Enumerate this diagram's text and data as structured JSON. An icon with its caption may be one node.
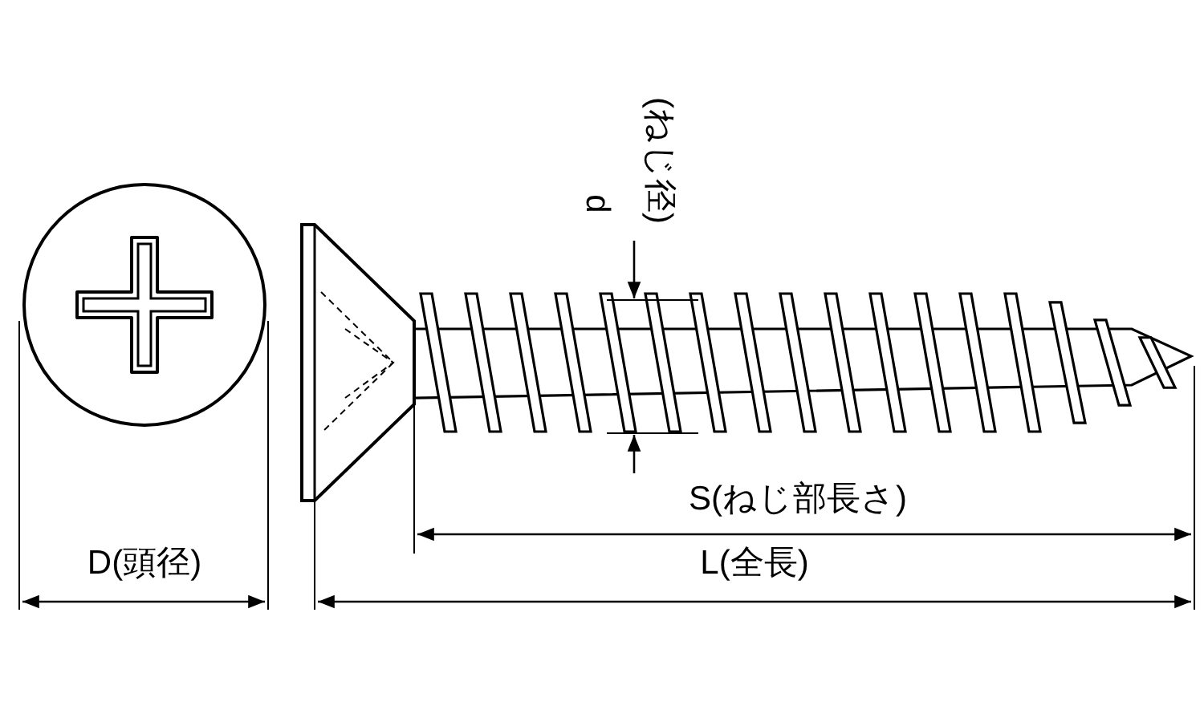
{
  "diagram": {
    "labels": [
      "d",
      "(ねじ径)",
      "S(ねじ部長さ)",
      "D(頭径)",
      "L(全長)"
    ]
  }
}
